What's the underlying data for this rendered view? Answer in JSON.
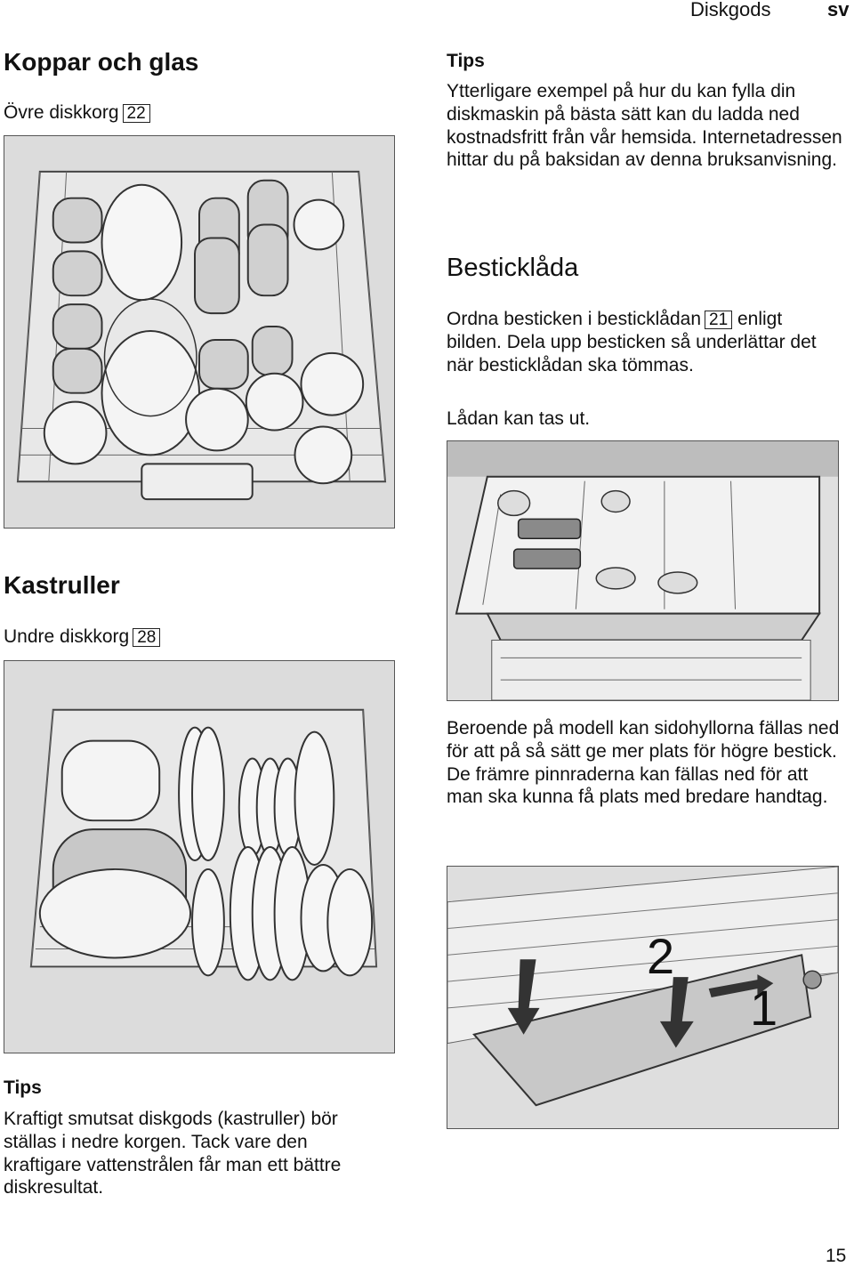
{
  "header": {
    "section": "Diskgods",
    "lang": "sv"
  },
  "left": {
    "cups_heading": "Koppar och glas",
    "upper_basket": "Övre diskkorg",
    "upper_basket_ref": "22",
    "pots_heading": "Kastruller",
    "lower_basket": "Undre diskkorg",
    "lower_basket_ref": "28",
    "tips_title": "Tips",
    "tips_text": "Kraftigt smutsat diskgods (kastruller) bör ställas i nedre korgen. Tack vare den kraftigare vattenstrålen får man ett bättre diskresultat."
  },
  "right": {
    "tips_title": "Tips",
    "tips_text": "Ytterligare exempel på hur du kan fylla din diskmaskin på bästa sätt kan du ladda ned kostnadsfritt från vår hemsida. Internetadressen hittar du på baksidan av denna bruksanvisning.",
    "cutlery_heading": "Bestickläda",
    "cutlery_p1_a": "Ordna besticken i besticklådan",
    "cutlery_ref": "21",
    "cutlery_p1_b": "enligt bilden. Dela upp besticken så underlättar det när besticklådan ska tömmas.",
    "cutlery_p2": "Lådan kan tas ut.",
    "shelves_text": "Beroende på modell kan sidohyllorna fällas ned för att på så sätt ge mer plats för högre bestick. De främre pinnraderna kan fällas ned för att man ska kunna få plats med bredare handtag.",
    "fig_label_2": "2",
    "fig_label_1": "1"
  },
  "page_number": "15"
}
